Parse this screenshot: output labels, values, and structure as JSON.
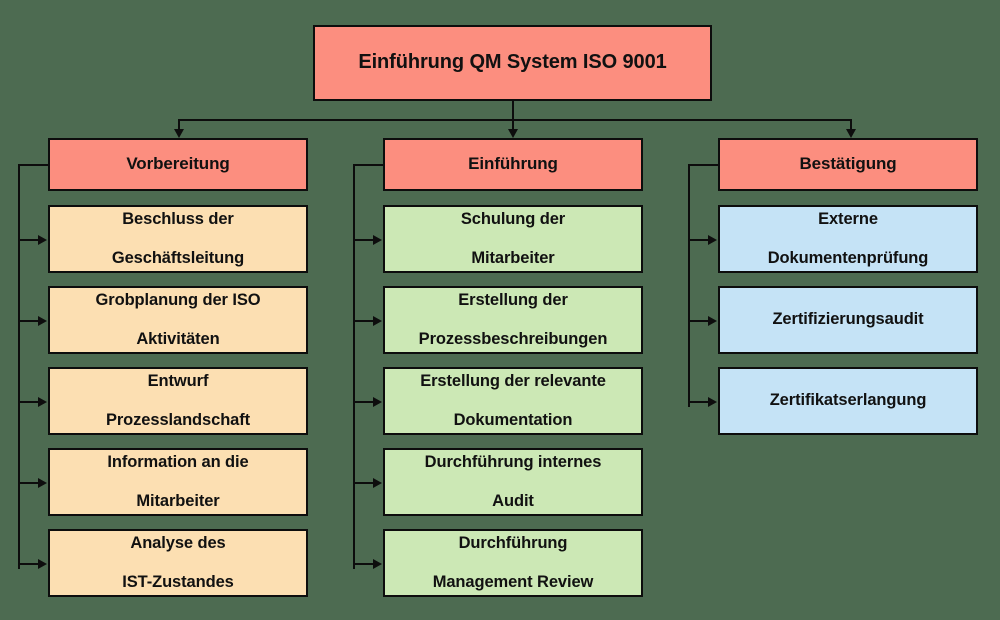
{
  "diagram": {
    "title": "Einführung QM System ISO 9001",
    "background_color": "#4d6b51",
    "line_color": "#0d0d0d",
    "root": {
      "label": "Einführung QM System ISO 9001",
      "color": "#fc8e7f"
    },
    "columns": [
      {
        "id": "vorbereitung",
        "header": "Vorbereitung",
        "header_color": "#fc8e7f",
        "item_color": "#fcdfb2",
        "items": [
          {
            "line1": "Beschluss der",
            "line2": "Geschäftsleitung"
          },
          {
            "line1": "Grobplanung der ISO",
            "line2": "Aktivitäten"
          },
          {
            "line1": "Entwurf",
            "line2": "Prozesslandschaft"
          },
          {
            "line1": "Information an die",
            "line2": "Mitarbeiter"
          },
          {
            "line1": "Analyse des",
            "line2": "IST-Zustandes"
          }
        ]
      },
      {
        "id": "einfuehrung",
        "header": "Einführung",
        "header_color": "#fc8e7f",
        "item_color": "#cce8b5",
        "items": [
          {
            "line1": "Schulung der",
            "line2": "Mitarbeiter"
          },
          {
            "line1": "Erstellung der",
            "line2": "Prozessbeschreibungen"
          },
          {
            "line1": "Erstellung der relevante",
            "line2": "Dokumentation"
          },
          {
            "line1": "Durchführung internes",
            "line2": "Audit"
          },
          {
            "line1": "Durchführung",
            "line2": "Management Review"
          }
        ]
      },
      {
        "id": "bestaetigung",
        "header": "Bestätigung",
        "header_color": "#fc8e7f",
        "item_color": "#c5e3f6",
        "items": [
          {
            "line1": "Externe",
            "line2": "Dokumentenprüfung"
          },
          {
            "line1": "Zertifizierungsaudit",
            "line2": ""
          },
          {
            "line1": "Zertifikatserlangung",
            "line2": ""
          }
        ]
      }
    ]
  }
}
